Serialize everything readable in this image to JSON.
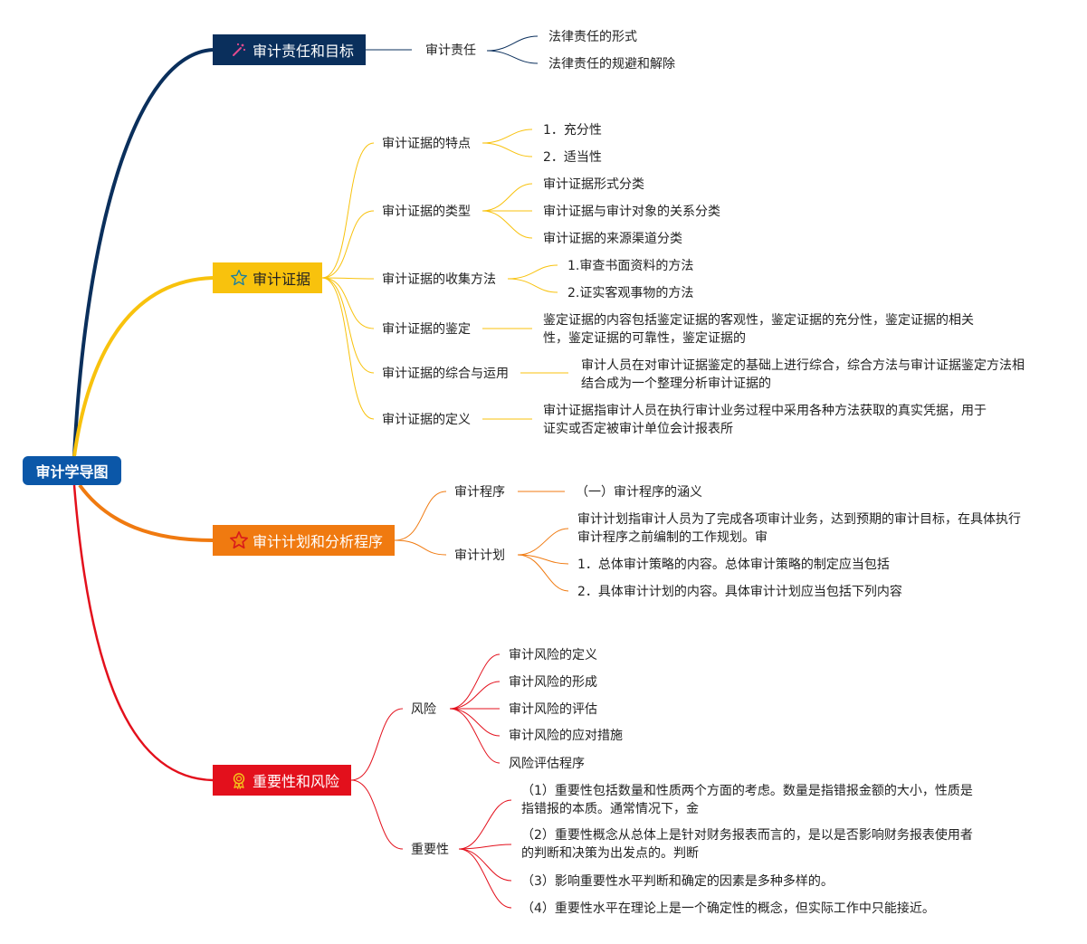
{
  "root": {
    "label": "审计学导图"
  },
  "branches": [
    {
      "label": "审计责任和目标",
      "icon": "wand-sparkle-icon",
      "color": "#0a2f5c",
      "line_color": "#0a2f5c",
      "children": [
        {
          "label": "审计责任",
          "leaves": [
            "法律责任的形式",
            "法律责任的规避和解除"
          ]
        }
      ]
    },
    {
      "label": "审计证据",
      "icon": "star-outline-icon",
      "color": "#f8c20d",
      "line_color": "#f8c20d",
      "children": [
        {
          "label": "审计证据的特点",
          "leaves": [
            "1．充分性",
            "2．适当性"
          ]
        },
        {
          "label": "审计证据的类型",
          "leaves": [
            "审计证据形式分类",
            "审计证据与审计对象的关系分类",
            "审计证据的来源渠道分类"
          ]
        },
        {
          "label": "审计证据的收集方法",
          "leaves": [
            "1.审查书面资料的方法",
            "2.证实客观事物的方法"
          ]
        },
        {
          "label": "审计证据的鉴定",
          "leaves": [
            "鉴定证据的内容包括鉴定证据的客观性，鉴定证据的充分性，鉴定证据的相关性，鉴定证据的可靠性，鉴定证据的"
          ]
        },
        {
          "label": "审计证据的综合与运用",
          "leaves": [
            "审计人员在对审计证据鉴定的基础上进行综合，综合方法与审计证据鉴定方法相结合成为一个整理分析审计证据的"
          ]
        },
        {
          "label": "审计证据的定义",
          "leaves": [
            "审计证据指审计人员在执行审计业务过程中采用各种方法获取的真实凭据，用于证实或否定被审计单位会计报表所"
          ]
        }
      ]
    },
    {
      "label": "审计计划和分析程序",
      "icon": "star-red-icon",
      "color": "#f07a10",
      "line_color": "#f07a10",
      "children": [
        {
          "label": "审计程序",
          "leaves": [
            "（一）审计程序的涵义"
          ]
        },
        {
          "label": "审计计划",
          "leaves": [
            "审计计划指审计人员为了完成各项审计业务，达到预期的审计目标，在具体执行审计程序之前编制的工作规划。审",
            "1．总体审计策略的内容。总体审计策略的制定应当包括",
            "2．具体审计计划的内容。具体审计计划应当包括下列内容"
          ]
        }
      ]
    },
    {
      "label": "重要性和风险",
      "icon": "medal-icon",
      "color": "#e3101c",
      "line_color": "#e3101c",
      "children": [
        {
          "label": "风险",
          "leaves": [
            "审计风险的定义",
            "审计风险的形成",
            "审计风险的评估",
            "审计风险的应对措施",
            "风险评估程序"
          ]
        },
        {
          "label": "重要性",
          "leaves": [
            "（1）重要性包括数量和性质两个方面的考虑。数量是指错报金额的大小，性质是指错报的本质。通常情况下，金",
            "（2）重要性概念从总体上是针对财务报表而言的，是以是否影响财务报表使用者的判断和决策为出发点的。判断",
            "（3）影响重要性水平判断和确定的因素是多种多样的。",
            "（4）重要性水平在理论上是一个确定性的概念，但实际工作中只能接近。"
          ]
        }
      ]
    }
  ]
}
